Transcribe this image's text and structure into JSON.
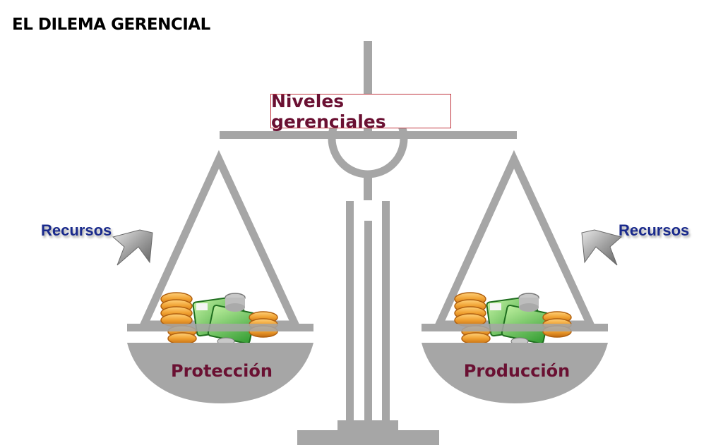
{
  "title": "EL DILEMA GERENCIAL",
  "center_label": "Niveles gerenciales",
  "left": {
    "resource_label": "Recursos",
    "pan_label": "Protección"
  },
  "right": {
    "resource_label": "Recursos",
    "pan_label": "Producción"
  },
  "colors": {
    "structure": "#a6a6a6",
    "pan": "#a6a6a6",
    "label_text": "#6a1032",
    "label_border": "#c0343d",
    "resource_text": "#1a2a8c",
    "arrow": "#9a9a9a"
  },
  "icons": {
    "arrow": "arrow-icon",
    "money": "money-pile-icon"
  }
}
